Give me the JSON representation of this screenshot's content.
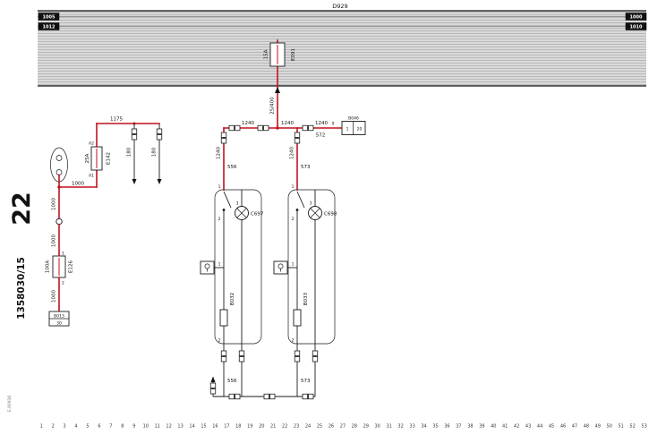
{
  "page": {
    "sheet_number": "22",
    "drawing_number": "1358030/15",
    "print_code": "E.90916",
    "bus_label": "D929"
  },
  "band_tags": {
    "left_top": "1005",
    "left_bottom": "1012",
    "right_top": "1000",
    "right_bottom": "1010"
  },
  "fuses": {
    "e091": {
      "rating": "15A",
      "id": "E091"
    },
    "e142": {
      "rating": "25A",
      "id": "E142",
      "pin_top": "A2",
      "pin_bottom": "A1"
    },
    "e126": {
      "rating": "100A",
      "id": "E126",
      "pin_top": "1",
      "pin_bottom": "2"
    }
  },
  "wires": {
    "feed": "25/400",
    "bus": "1240",
    "supply": "1000",
    "branch": "1175",
    "drop": "180",
    "left_circuit": "556",
    "right_circuit": "573",
    "to_connector": "572"
  },
  "connectors": {
    "b046": {
      "id": "B046",
      "pin_left": "1",
      "pin_right": "20"
    },
    "b013": {
      "id": "B013",
      "pin": "30"
    }
  },
  "devices": {
    "left": {
      "id": "B032",
      "lamp": "C697"
    },
    "right": {
      "id": "B033",
      "lamp": "C698"
    }
  },
  "pins": {
    "p1": "1",
    "p2": "2",
    "p3": "3",
    "p9": "9"
  },
  "ruler": {
    "numbers": [
      "1",
      "2",
      "3",
      "4",
      "5",
      "6",
      "7",
      "8",
      "9",
      "10",
      "11",
      "12",
      "13",
      "14",
      "15",
      "16",
      "17",
      "18",
      "19",
      "20",
      "21",
      "22",
      "23",
      "24",
      "25",
      "26",
      "27",
      "28",
      "29",
      "30",
      "31",
      "32",
      "33",
      "34",
      "35",
      "36",
      "37",
      "38",
      "39",
      "40",
      "41",
      "42",
      "43",
      "44",
      "45",
      "46",
      "47",
      "48",
      "49",
      "50",
      "51",
      "52",
      "53"
    ]
  }
}
